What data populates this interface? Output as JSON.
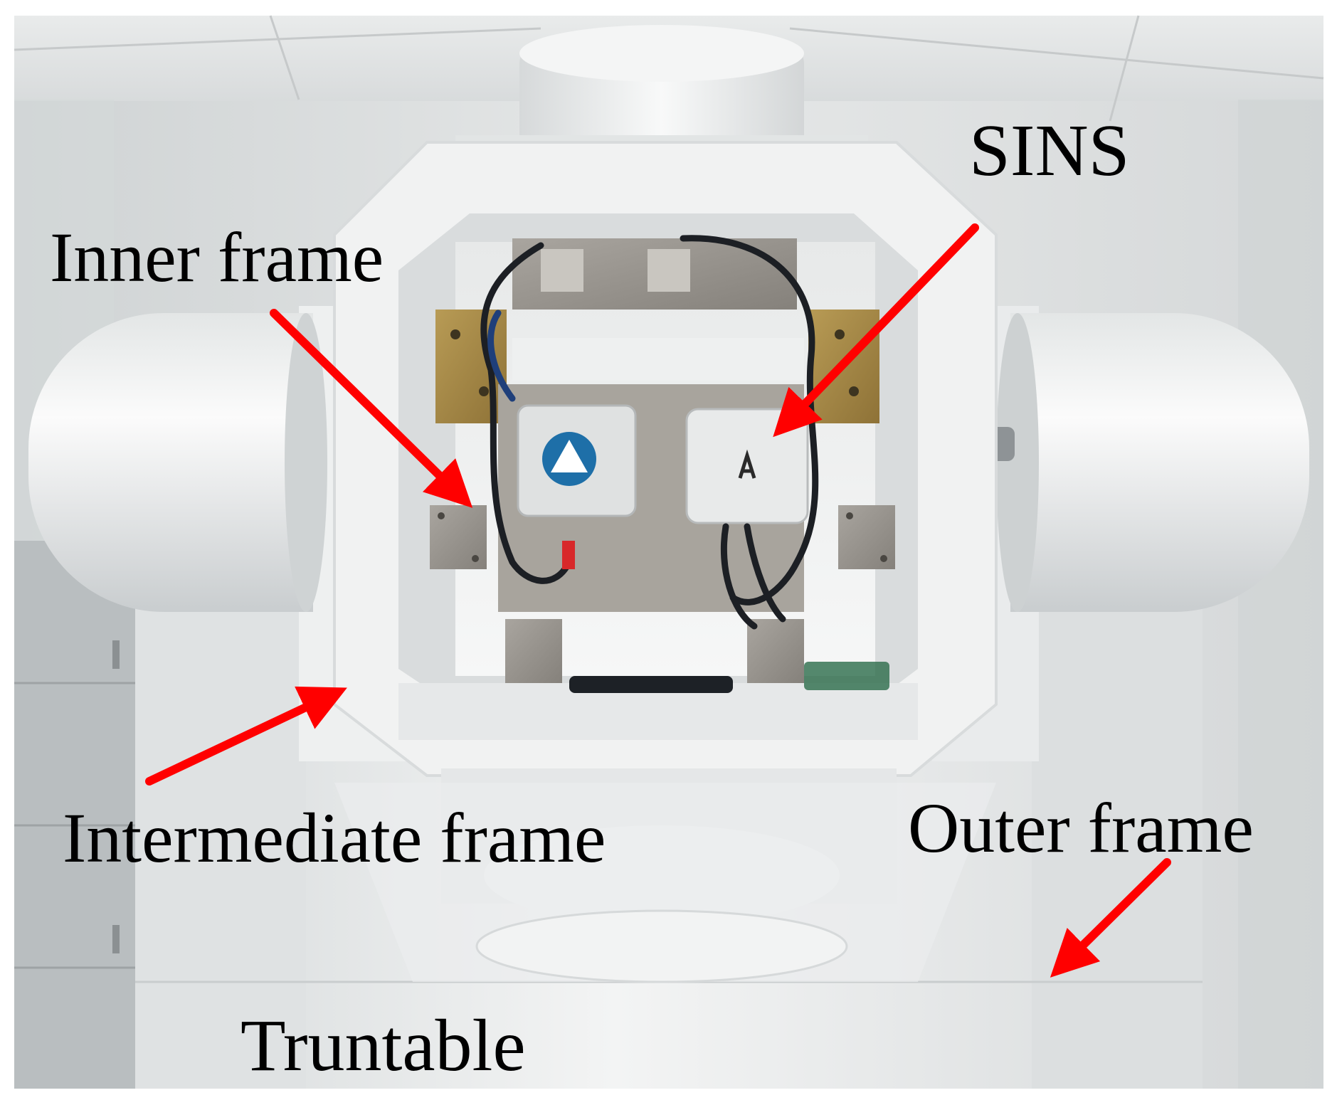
{
  "labels": {
    "sins": "SINS",
    "inner_frame": "Inner frame",
    "intermediate_frame": "Intermediate frame",
    "outer_frame": "Outer frame",
    "turntable": "Truntable"
  },
  "colors": {
    "arrow": "#ff0000",
    "turntable_body": "#eceeee",
    "wall": "#dcdfe0",
    "metal_plate": "#9a9690",
    "brass_bracket": "#a88a45",
    "cable": "#1c1f24",
    "cabinet": "#b8bdbf"
  },
  "devices": {
    "left_unit_icon": "triangle-logo-icon",
    "right_unit_icon": "a-logo-icon"
  }
}
